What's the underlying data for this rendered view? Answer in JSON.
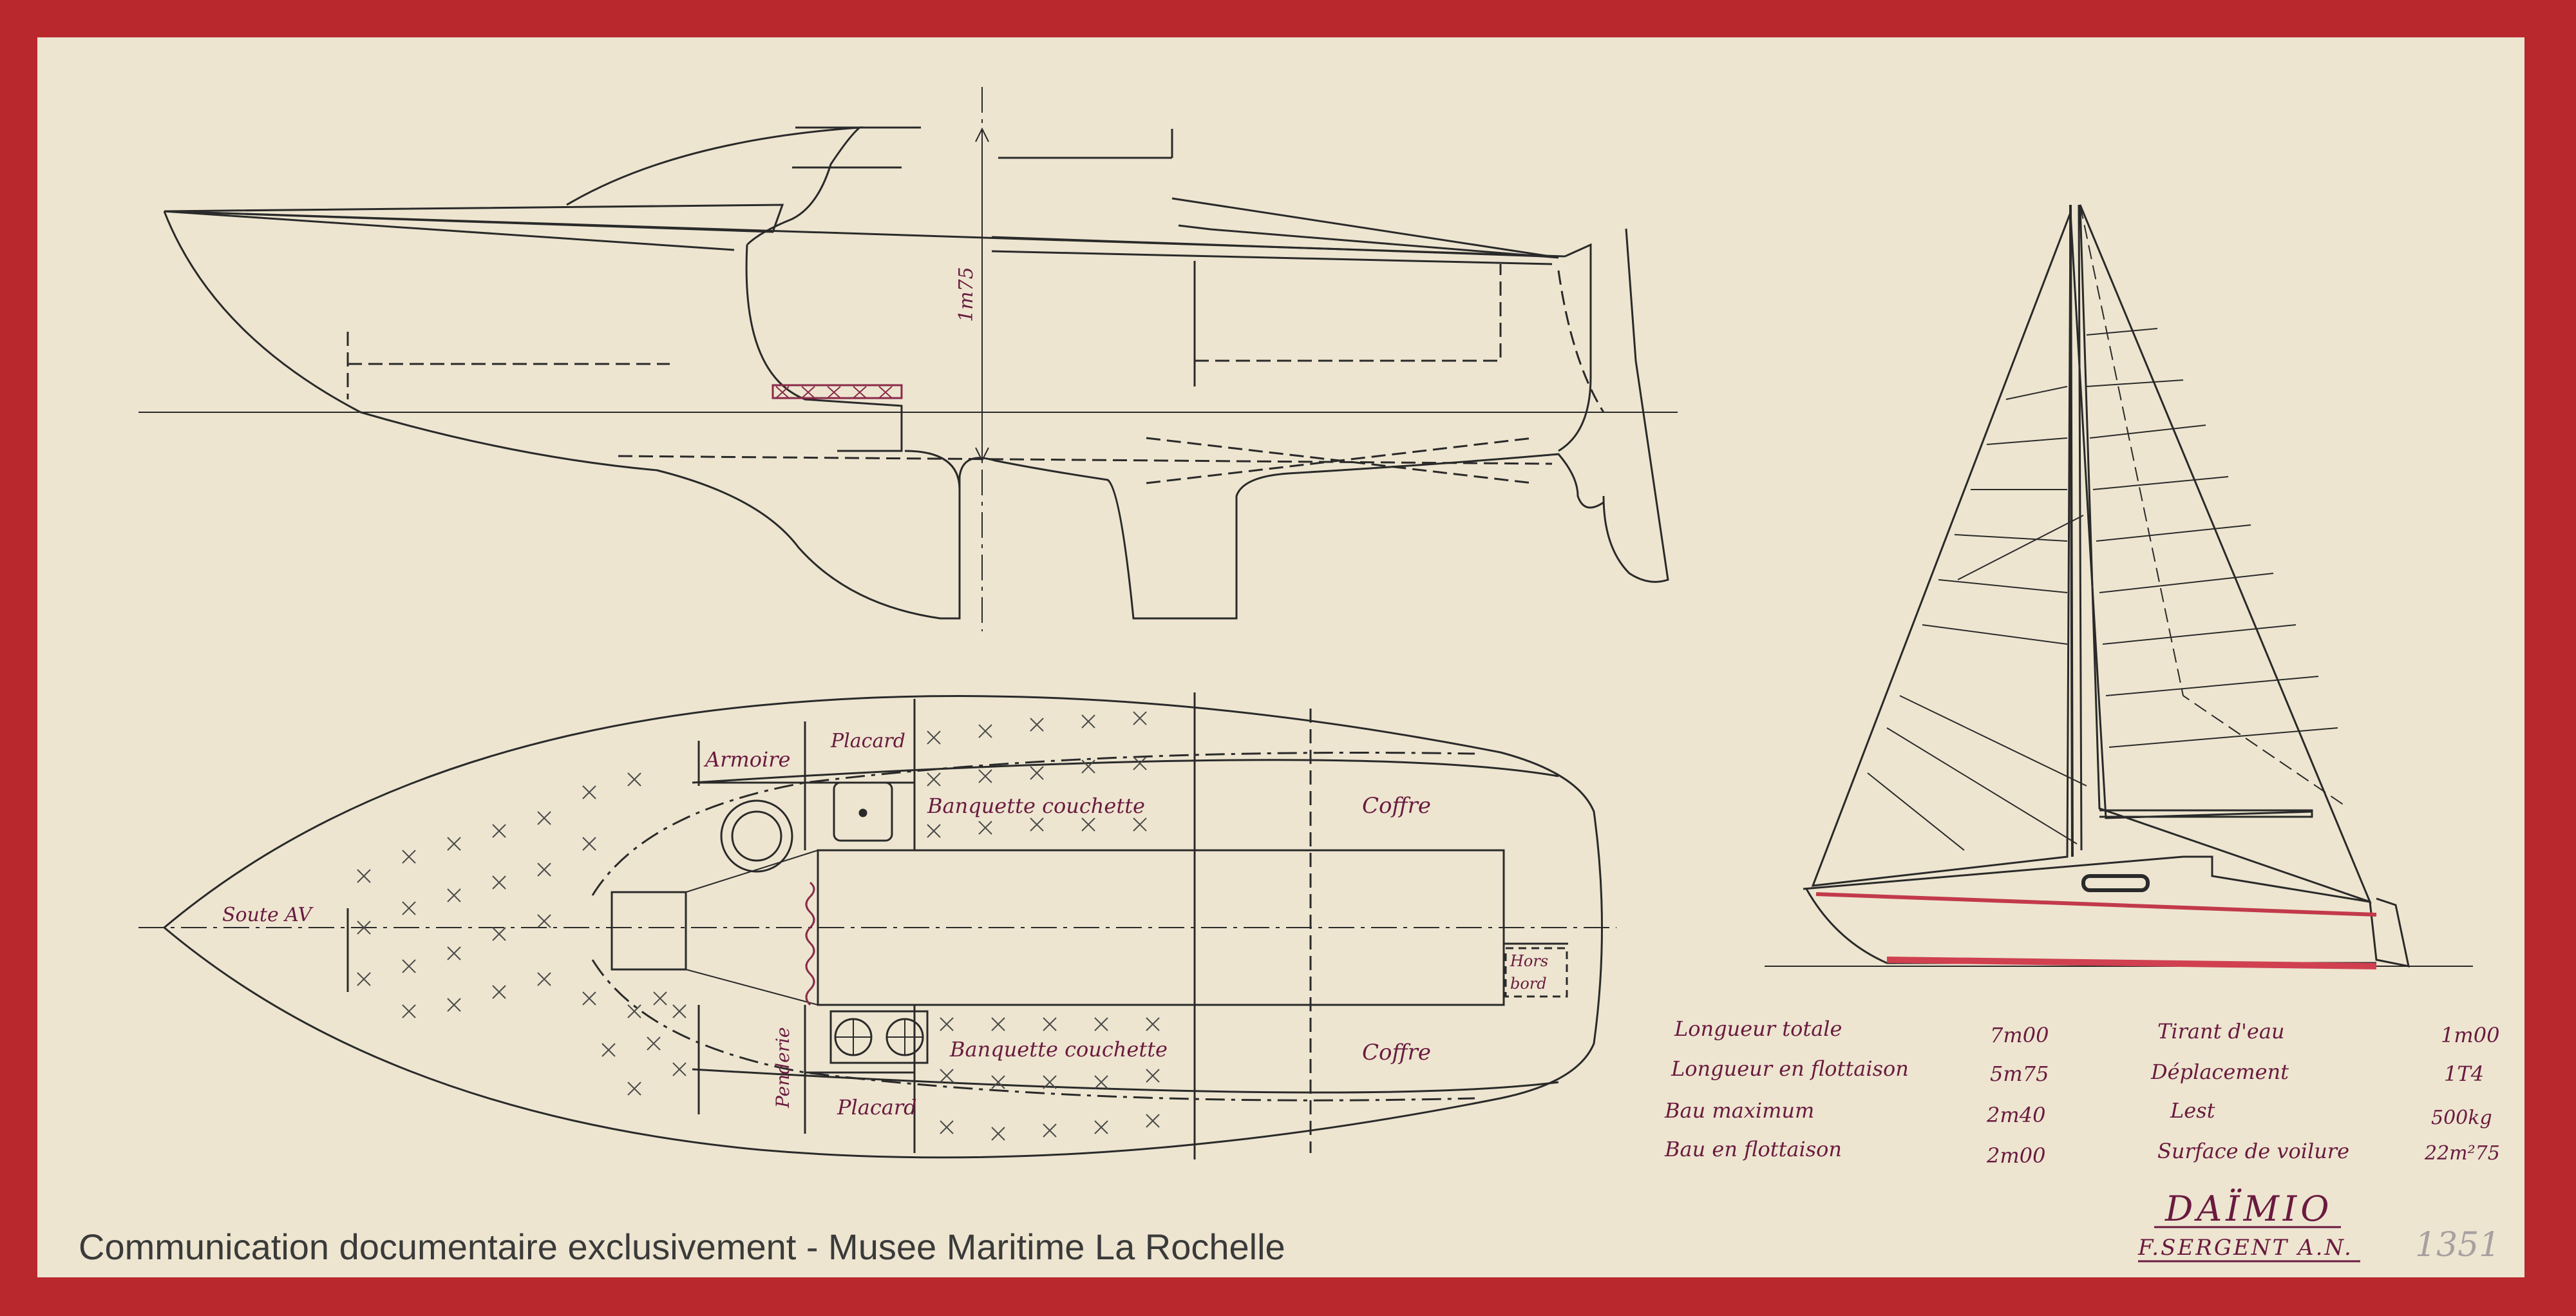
{
  "drawing": {
    "boat_name": "DAÏMIO",
    "designer": "F.SERGENT A.N.",
    "sheet_number": "1351",
    "dimension_height": "1m75"
  },
  "plan_labels": {
    "soute": "Soute AV",
    "armoire": "Armoire",
    "placard_top": "Placard",
    "placard_bottom": "Placard",
    "banquette_top": "Banquette couchette",
    "banquette_bottom": "Banquette couchette",
    "coffre_top": "Coffre",
    "coffre_bottom": "Coffre",
    "penderie": "Penderie",
    "hors_bord_1": "Hors",
    "hors_bord_2": "bord"
  },
  "specs": {
    "left": [
      {
        "label": "Longueur totale",
        "value": "7m00"
      },
      {
        "label": "Longueur en flottaison",
        "value": "5m75"
      },
      {
        "label": "Bau maximum",
        "value": "2m40"
      },
      {
        "label": "Bau en flottaison",
        "value": "2m00"
      }
    ],
    "right": [
      {
        "label": "Tirant d'eau",
        "value": "1m00"
      },
      {
        "label": "Déplacement",
        "value": "1T4"
      },
      {
        "label": "Lest",
        "value": "500kg"
      },
      {
        "label": "Surface de voilure",
        "value": "22m²75"
      }
    ]
  },
  "footer": {
    "credit": "Communication documentaire exclusivement - Musee Maritime La Rochelle"
  }
}
